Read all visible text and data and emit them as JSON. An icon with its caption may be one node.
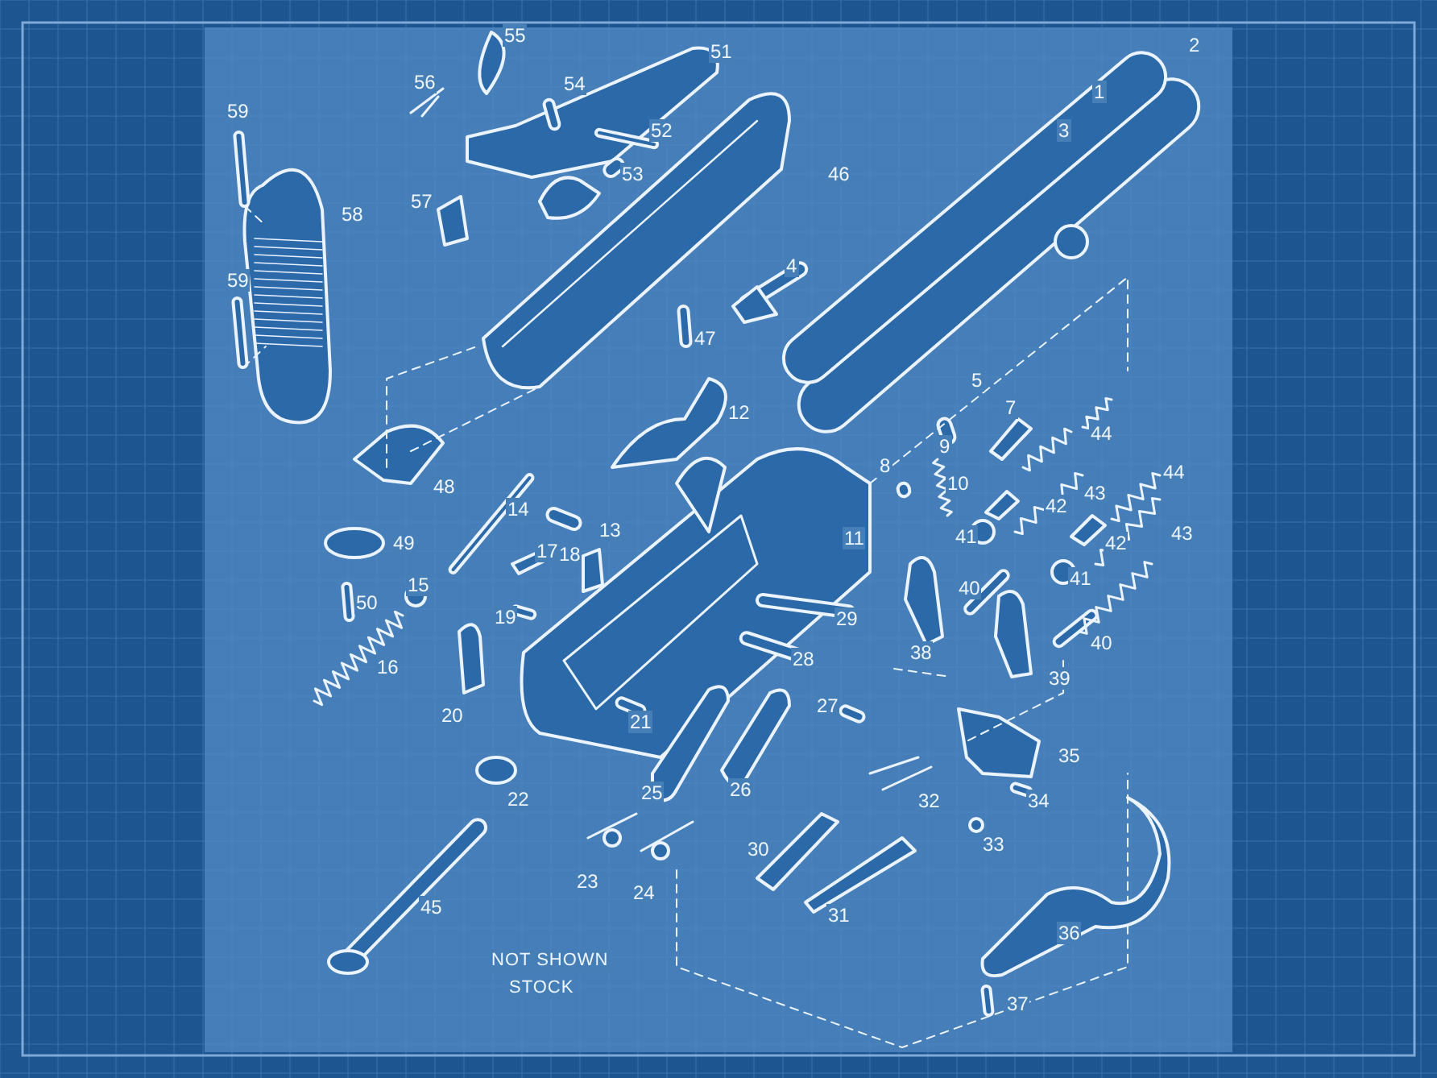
{
  "diagram": {
    "labels": [
      "2",
      "55",
      "51",
      "1",
      "56",
      "54",
      "3",
      "59",
      "52",
      "53",
      "46",
      "57",
      "58",
      "4",
      "59",
      "47",
      "5",
      "7",
      "12",
      "44",
      "9",
      "8",
      "48",
      "10",
      "43",
      "44",
      "42",
      "14",
      "13",
      "41",
      "42",
      "11",
      "49",
      "17",
      "18",
      "43",
      "15",
      "41",
      "40",
      "29",
      "50",
      "19",
      "16",
      "40",
      "28",
      "38",
      "39",
      "20",
      "27",
      "21",
      "35",
      "25",
      "26",
      "22",
      "32",
      "34",
      "30",
      "33",
      "23",
      "24",
      "31",
      "36",
      "45",
      "37",
      "NOT SHOWN",
      "STOCK"
    ]
  }
}
